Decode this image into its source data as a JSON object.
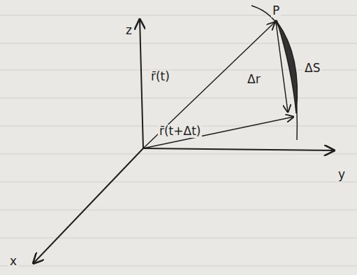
{
  "diagram": {
    "labels": [
      "z",
      "y",
      "x",
      "P",
      "r̄(t)",
      "r̄(t+Δt)",
      "Δr",
      "ΔS"
    ]
  }
}
